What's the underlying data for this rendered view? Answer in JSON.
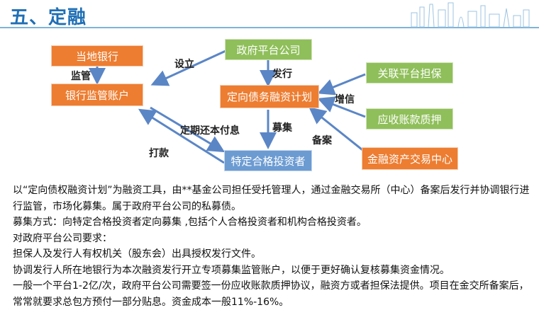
{
  "header": {
    "title": "五、定融"
  },
  "colors": {
    "orange": "#ed7d31",
    "green": "#8fbf5a",
    "blue": "#6c9bd2",
    "arrow": "#5b86c6",
    "title": "#1f6fb5"
  },
  "diagram": {
    "boxes": {
      "local_bank": "当地银行",
      "bank_account": "银行监管账户",
      "gov_platform": "政府平台公司",
      "debt_plan": "定向债务融资计划",
      "guarantee": "关联平台担保",
      "receivable_pledge": "应收账款质押",
      "investors": "特定合格投资者",
      "exchange_center": "金融资产交易中心"
    },
    "labels": {
      "establish": "设立",
      "supervise": "监管",
      "issue": "发行",
      "credit": "增信",
      "repay": "定期还本付息",
      "raise": "募集",
      "record": "备案",
      "pay": "打款"
    }
  },
  "body_text": [
    "以“定向债权融资计划”为融资工具，由**基金公司担任受托管理人，通过金融交易所（中心）备案后发行并协调银行进行监管，市场化募集。属于政府平台公司的私募债。",
    "募集方式：向特定合格投资者定向募集 ,包括个人合格投资者和机构合格投资者。",
    "对政府平台公司要求：",
    "担保人及发行人有权机关（股东会）出具授权发行文件。",
    "协调发行人所在地银行为本次融资发行开立专项募集监管账户，以便于更好确认复核募集资金情况。",
    "一般一个平台1-2亿/次，政府平台公司需要签一份应收账款质押协议，融资方或者担保法提供。项目在金交所备案后，常常就要求总包方预付一部分贴息。资金成本一般11%-16%。"
  ]
}
